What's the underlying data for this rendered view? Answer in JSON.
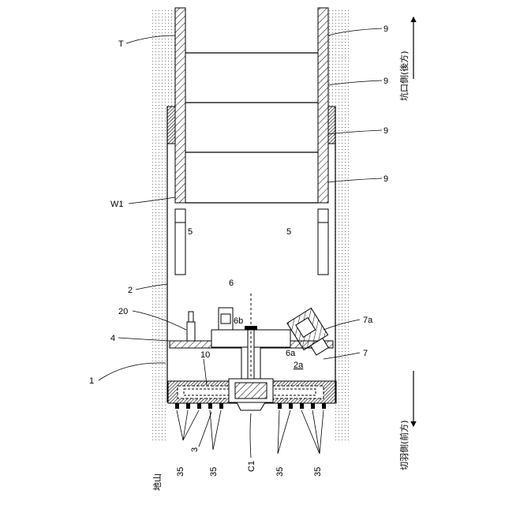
{
  "labels": {
    "T": "T",
    "W1": "W1",
    "n1": "1",
    "n2": "2",
    "n20": "20",
    "n4": "4",
    "n10": "10",
    "n6": "6",
    "n6b": "6b",
    "n6a": "6a",
    "n2a": "2a",
    "n7": "7",
    "n7a": "7a",
    "n5": "5",
    "n9": "9",
    "n3": "3",
    "n35": "35",
    "C1": "C1"
  },
  "captions": {
    "ground": "地山",
    "rear_side": "坑口側(後方)",
    "front_side": "切羽側(前方)"
  }
}
